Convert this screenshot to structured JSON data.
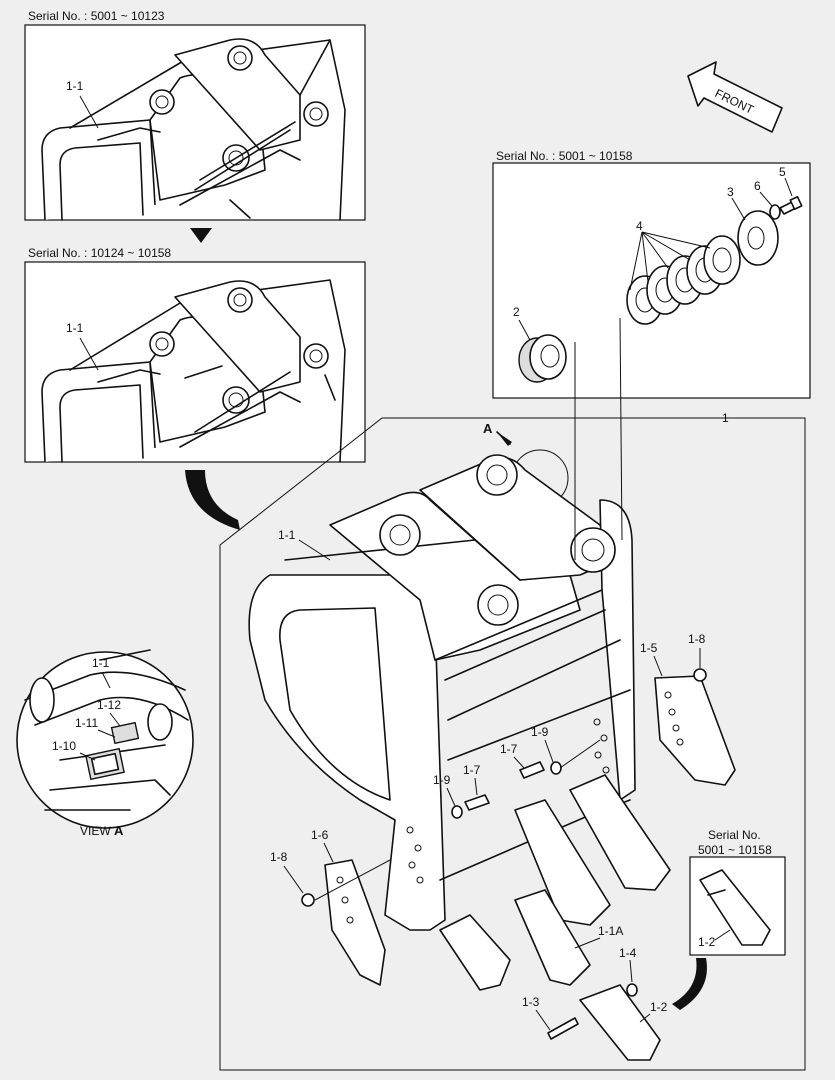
{
  "serial_ranges": {
    "top_left": "Serial No. : 5001 ~ 10123",
    "mid_left": "Serial No. : 10124 ~ 10158",
    "top_right": "Serial No. : 5001 ~ 10158",
    "tooth_inset_line1": "Serial No.",
    "tooth_inset_line2": "5001 ~ 10158"
  },
  "direction_arrow": {
    "text": "FRONT"
  },
  "view_label": {
    "prefix": "VIEW",
    "letter": "A"
  },
  "view_marker": "A",
  "part_labels": {
    "p1": "1",
    "p1_1": "1-1",
    "p1_1A": "1-1A",
    "p1_2": "1-2",
    "p1_3": "1-3",
    "p1_4": "1-4",
    "p1_5": "1-5",
    "p1_6": "1-6",
    "p1_7": "1-7",
    "p1_8": "1-8",
    "p1_9": "1-9",
    "p1_10": "1-10",
    "p1_11": "1-11",
    "p1_12": "1-12",
    "p2": "2",
    "p3": "3",
    "p4": "4",
    "p5": "5",
    "p6": "6"
  }
}
